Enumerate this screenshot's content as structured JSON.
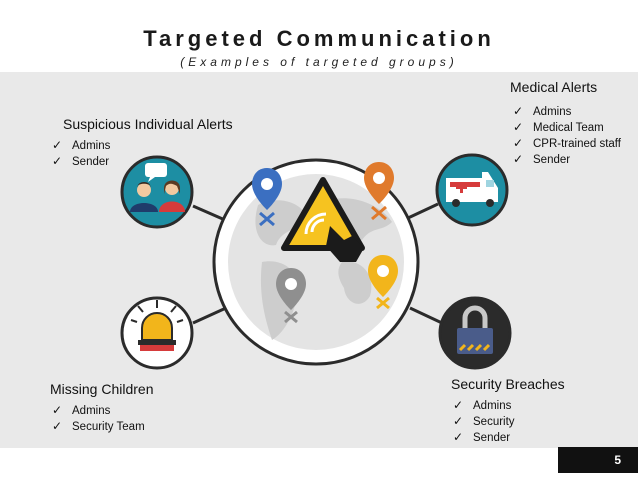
{
  "header": {
    "title": "Targeted Communication",
    "subtitle": "(Examples of targeted groups)"
  },
  "groups": {
    "suspicious": {
      "title": "Suspicious Individual Alerts",
      "items": [
        "Admins",
        "Sender"
      ]
    },
    "medical": {
      "title": "Medical Alerts",
      "items": [
        "Admins",
        "Medical Team",
        "CPR-trained staff",
        "Sender"
      ]
    },
    "missing": {
      "title": "Missing Children",
      "items": [
        "Admins",
        "Security Team"
      ]
    },
    "security": {
      "title": "Security Breaches",
      "items": [
        "Admins",
        "Security",
        "Sender"
      ]
    }
  },
  "footer": {
    "page_number": "5"
  },
  "colors": {
    "band": "#e9e9e9",
    "teal": "#1d8ea3",
    "dark": "#2b2b2b",
    "pin_blue": "#3b6fc1",
    "pin_orange": "#e07a2c",
    "pin_yellow": "#f2b51b",
    "pin_gray": "#8f8f8f",
    "warning_yellow": "#f6c320"
  }
}
